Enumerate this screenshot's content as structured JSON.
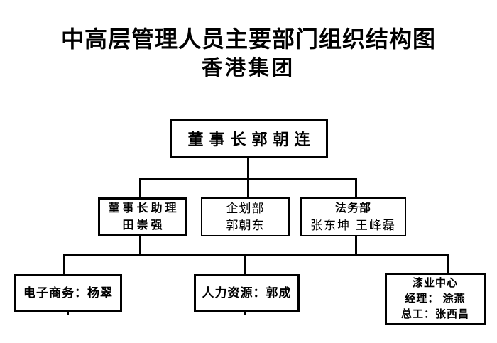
{
  "title": {
    "line1": "中高层管理人员主要部门组织结构图",
    "line2": "香港集团"
  },
  "org": {
    "root": {
      "label": "董事长郭朝连"
    },
    "level2": [
      {
        "name": "chairman-assistant",
        "lines": [
          "董事长助理",
          "田崇强"
        ]
      },
      {
        "name": "planning-dept",
        "lines": [
          "企划部",
          "郭朝东"
        ]
      },
      {
        "name": "legal-dept",
        "lines": [
          "法务部",
          "张东坤 王峰磊"
        ]
      }
    ],
    "level3": [
      {
        "name": "ecommerce",
        "lines": [
          "电子商务：杨翠"
        ]
      },
      {
        "name": "hr",
        "lines": [
          "人力资源：郭成"
        ]
      },
      {
        "name": "paint-center",
        "lines": [
          "漆业中心",
          "经理： 涂燕",
          "总工：张西昌"
        ]
      }
    ]
  },
  "colors": {
    "background": "#ffffff",
    "line": "#000000",
    "text": "#000000"
  }
}
